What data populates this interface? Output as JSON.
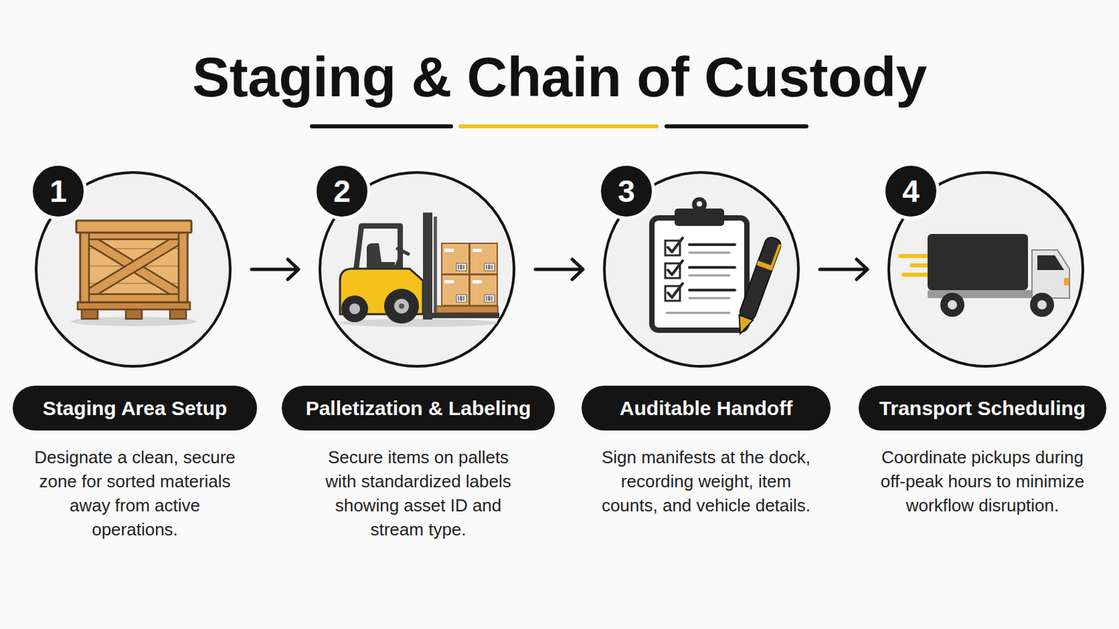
{
  "diagram": {
    "title": "Staging & Chain of Custody",
    "nodes": [
      {
        "text": [
          "1"
        ]
      },
      {
        "text": [
          "2"
        ]
      },
      {
        "text": [
          "3"
        ]
      },
      {
        "text": [
          "4"
        ]
      },
      {
        "text": [
          "Staging Area Setup",
          "Designate a clean, secure zone for sorted materials away from active operations."
        ]
      },
      {
        "text": [
          "Palletization & Labeling",
          "Secure items on pallets with standardized labels showing asset ID and stream type."
        ]
      },
      {
        "text": [
          "Auditable Handoff",
          "Sign manifests at the dock, recording weight, item counts, and vehicle details."
        ]
      },
      {
        "text": [
          "Transport Scheduling",
          "Coordinate pickups during off-peak hours to minimize workflow disruption."
        ]
      }
    ],
    "edges": [
      {
        "from": 0,
        "to": 1,
        "arrow": "to"
      },
      {
        "from": 1,
        "to": 2,
        "arrow": "to"
      },
      {
        "from": 2,
        "to": 3,
        "arrow": "to"
      }
    ]
  }
}
